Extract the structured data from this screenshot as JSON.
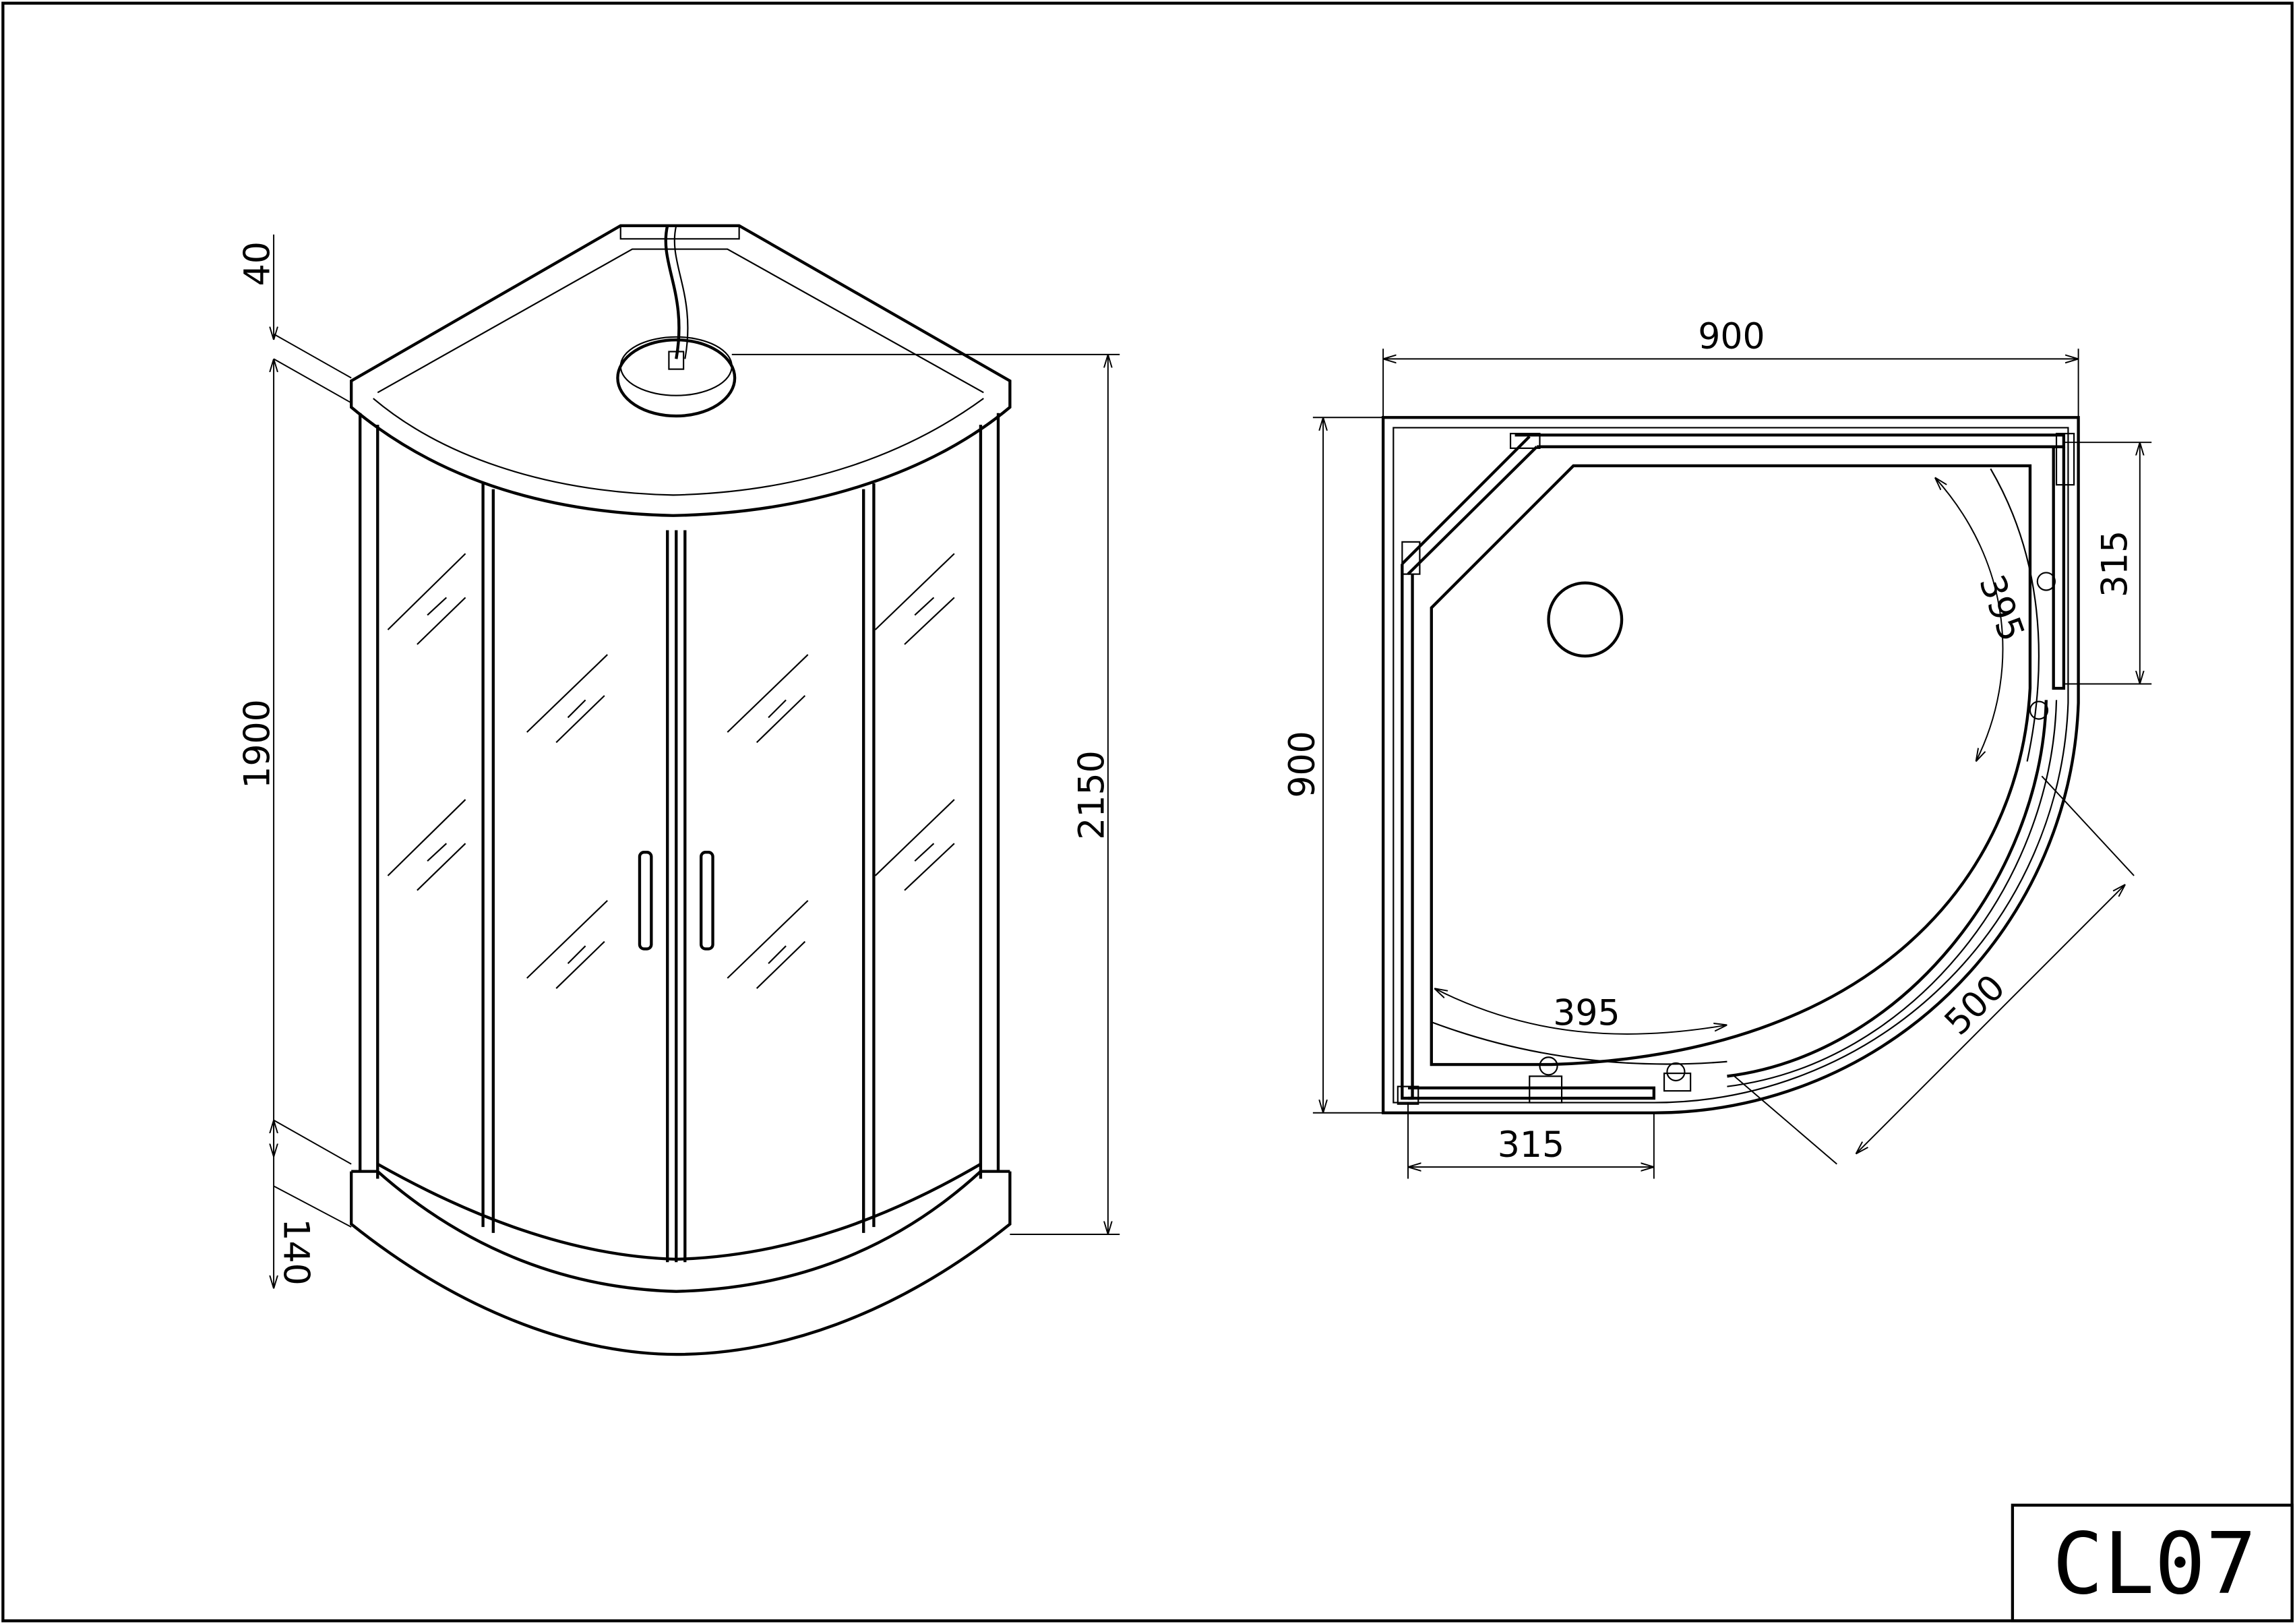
{
  "drawing": {
    "model_code": "CL07",
    "front_view": {
      "dim_top_height": "40",
      "dim_panel_height": "1900",
      "dim_tray_height": "140",
      "dim_total_height": "2150"
    },
    "plan_view": {
      "dim_width": "900",
      "dim_depth": "900",
      "dim_fixed_panel_right": "315",
      "dim_fixed_panel_bottom": "315",
      "dim_door_arc_right": "395",
      "dim_door_arc_bottom": "395",
      "dim_radius": "500"
    },
    "line_color": "#000000",
    "background_color": "#ffffff"
  }
}
